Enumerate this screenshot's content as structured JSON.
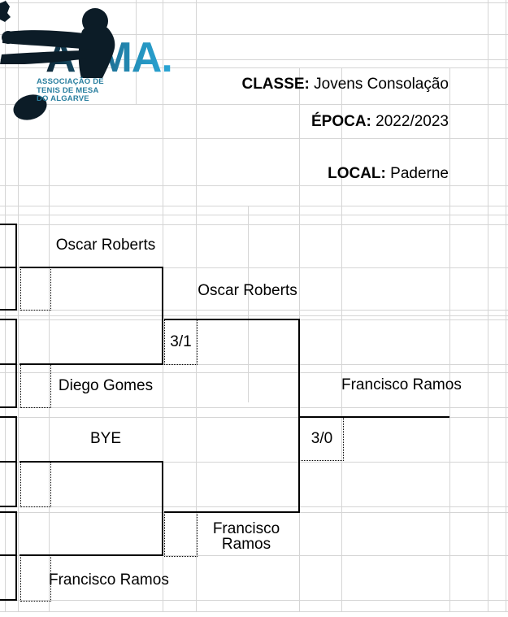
{
  "logo": {
    "brand_text": "ATMA.",
    "subtitle_line1": "ASSOCIAÇÃO DE",
    "subtitle_line2": "TENIS DE MESA",
    "subtitle_line3": "DO ALGARVE",
    "colors": {
      "teal_dark": "#14455c",
      "teal_light": "#2ba6d6",
      "subtitle_teal": "#2a7f9f",
      "silhouette": "#0c1c27"
    }
  },
  "header": {
    "fields": [
      {
        "label": "CLASSE:",
        "value": "Jovens Consolação"
      },
      {
        "label": "ÉPOCA:",
        "value": "2022/2023"
      },
      {
        "label": "LOCAL:",
        "value": "Paderne"
      }
    ]
  },
  "bracket": {
    "semifinal_top": {
      "player_top": "Oscar Roberts",
      "player_bottom": "Diego Gomes",
      "winner": "Oscar Roberts",
      "score": "3/1"
    },
    "semifinal_bottom": {
      "player_top": "BYE",
      "player_bottom": "Francisco Ramos",
      "winner_line1": "Francisco",
      "winner_line2": "Ramos",
      "score": ""
    },
    "final": {
      "winner": "Francisco Ramos",
      "score": "3/0"
    }
  }
}
